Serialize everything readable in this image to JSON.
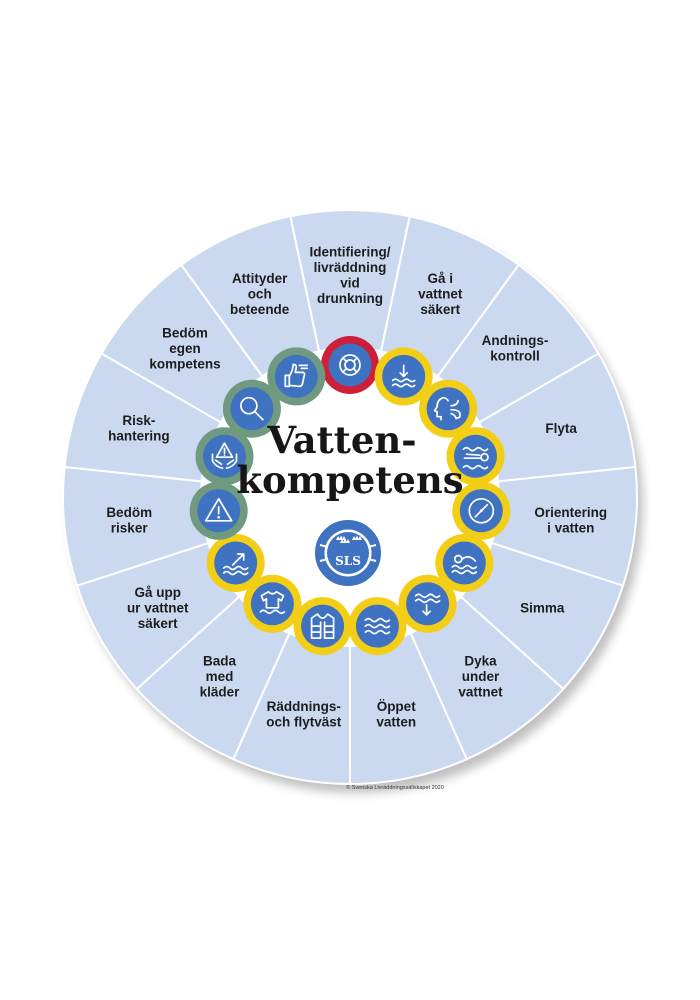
{
  "title": {
    "line1": "Vatten-",
    "line2": "kompetens"
  },
  "logo": {
    "text": "SLS",
    "icon": "lifebuoy-crowns-logo"
  },
  "copyright": "© Svenska Livräddningssällskapet 2020",
  "colors": {
    "segment": "#cad9ef",
    "segment_divider": "#ffffff",
    "center": "#ffffff",
    "icon_fill": "#3f72c0",
    "ring_red": "#cd1f3a",
    "ring_yellow": "#f2cf16",
    "ring_green": "#6f9a80",
    "text": "#1d1d1d"
  },
  "segments": [
    {
      "id": "identifiering",
      "lines": [
        "Identifiering/",
        "livräddning",
        "vid",
        "drunkning"
      ],
      "icon": "lifebuoy-icon",
      "ring": "red"
    },
    {
      "id": "ga-i-vattnet",
      "lines": [
        "Gå i",
        "vattnet",
        "säkert"
      ],
      "icon": "step-into-water-icon",
      "ring": "yellow"
    },
    {
      "id": "andningskontroll",
      "lines": [
        "Andnings-",
        "kontroll"
      ],
      "icon": "breathing-icon",
      "ring": "yellow"
    },
    {
      "id": "flyta",
      "lines": [
        "Flyta"
      ],
      "icon": "floating-icon",
      "ring": "yellow"
    },
    {
      "id": "orientering",
      "lines": [
        "Orientering",
        "i vatten"
      ],
      "icon": "compass-icon",
      "ring": "yellow"
    },
    {
      "id": "simma",
      "lines": [
        "Simma"
      ],
      "icon": "swimming-icon",
      "ring": "yellow"
    },
    {
      "id": "dyka",
      "lines": [
        "Dyka",
        "under",
        "vattnet"
      ],
      "icon": "diving-icon",
      "ring": "yellow"
    },
    {
      "id": "oppet-vatten",
      "lines": [
        "Öppet",
        "vatten"
      ],
      "icon": "open-water-icon",
      "ring": "yellow"
    },
    {
      "id": "raddningsvast",
      "lines": [
        "Räddnings-",
        "och flytväst"
      ],
      "icon": "life-jacket-icon",
      "ring": "yellow"
    },
    {
      "id": "bada-med-klader",
      "lines": [
        "Bada",
        "med",
        "kläder"
      ],
      "icon": "shirt-in-water-icon",
      "ring": "yellow"
    },
    {
      "id": "ga-upp",
      "lines": [
        "Gå upp",
        "ur vattnet",
        "säkert"
      ],
      "icon": "step-out-of-water-icon",
      "ring": "yellow"
    },
    {
      "id": "bedom-risker",
      "lines": [
        "Bedöm",
        "risker"
      ],
      "icon": "warning-triangle-icon",
      "ring": "green"
    },
    {
      "id": "riskhantering",
      "lines": [
        "Risk-",
        "hantering"
      ],
      "icon": "hands-warning-icon",
      "ring": "green"
    },
    {
      "id": "bedom-egen",
      "lines": [
        "Bedöm",
        "egen",
        "kompetens"
      ],
      "icon": "magnifier-icon",
      "ring": "green"
    },
    {
      "id": "attityder",
      "lines": [
        "Attityder",
        "och",
        "beteende"
      ],
      "icon": "thumbs-icon",
      "ring": "green"
    }
  ]
}
